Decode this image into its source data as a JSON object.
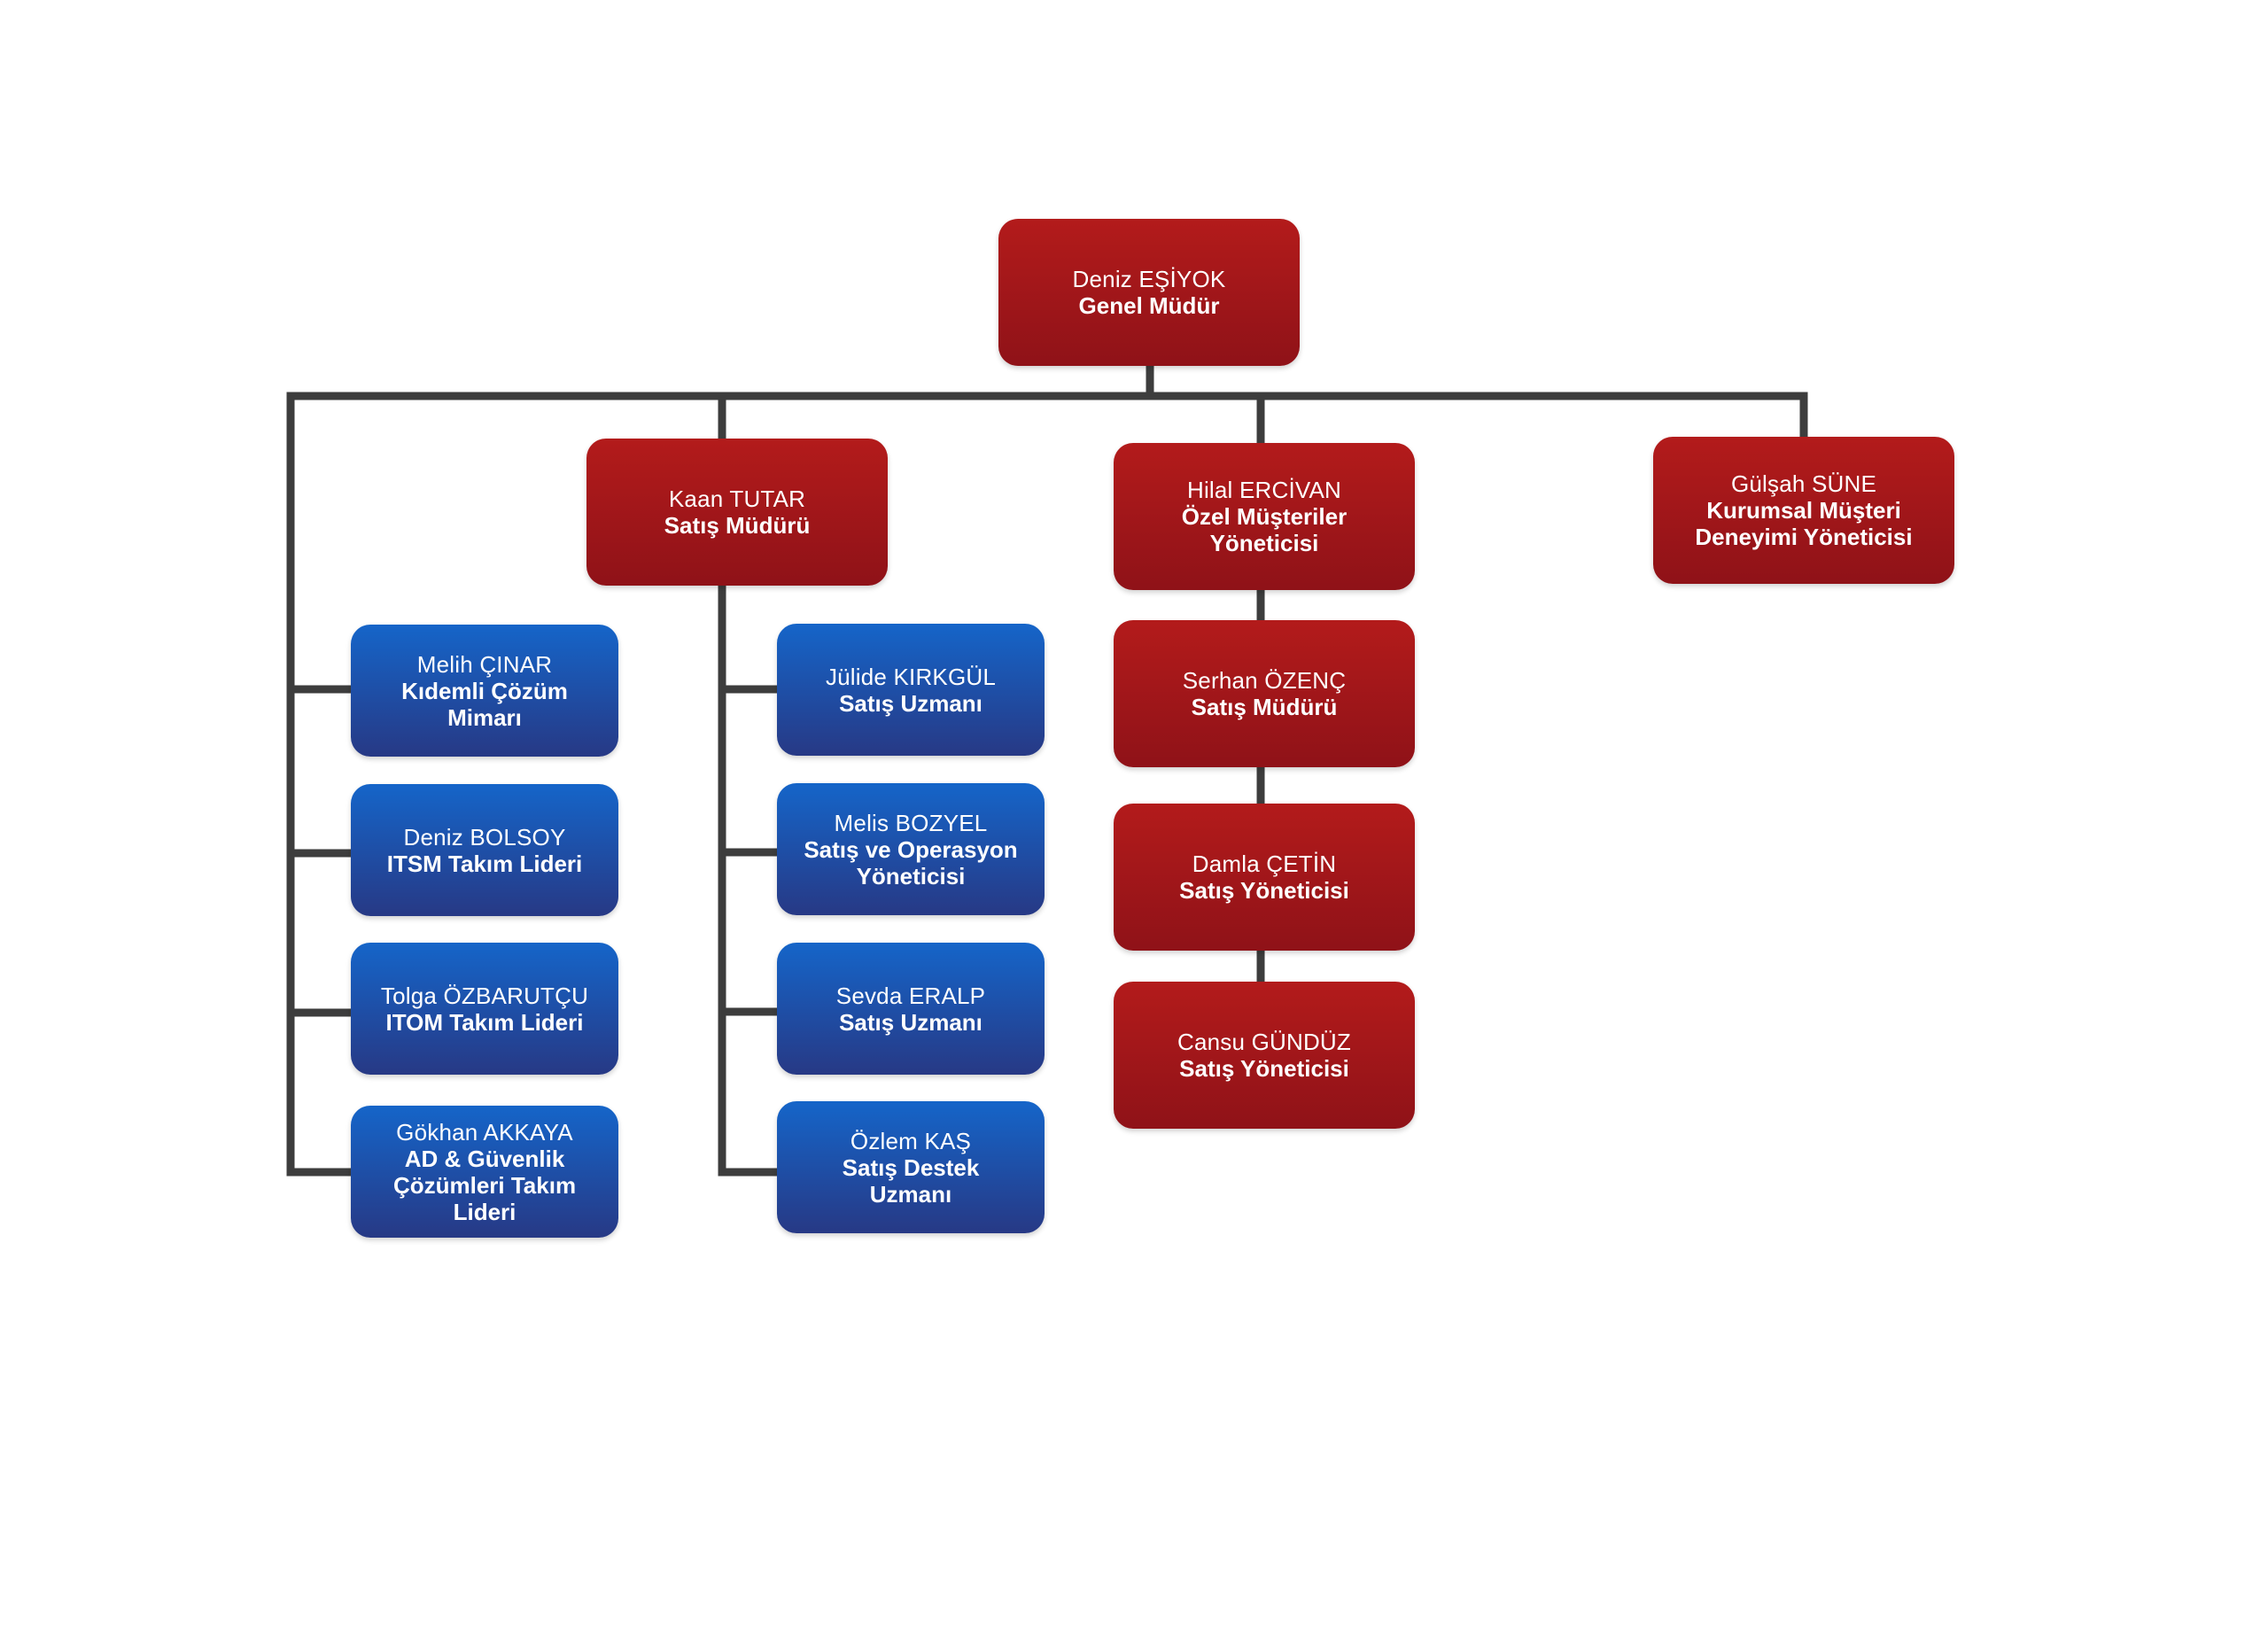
{
  "org": {
    "gm": {
      "name": "Deniz EŞİYOK",
      "title": "Genel Müdür"
    },
    "kaan": {
      "name": "Kaan TUTAR",
      "title": "Satış Müdürü"
    },
    "hilal": {
      "name": "Hilal ERCİVAN",
      "title": "Özel Müşteriler Yöneticisi"
    },
    "gulsah": {
      "name": "Gülşah SÜNE",
      "title": "Kurumsal Müşteri Deneyimi Yöneticisi"
    },
    "melih": {
      "name": "Melih ÇINAR",
      "title": "Kıdemli Çözüm Mimarı"
    },
    "bolsoy": {
      "name": "Deniz BOLSOY",
      "title": "ITSM Takım Lideri"
    },
    "tolga": {
      "name": "Tolga ÖZBARUTÇU",
      "title": "ITOM Takım Lideri"
    },
    "gokhan": {
      "name": "Gökhan AKKAYA",
      "title": "AD & Güvenlik Çözümleri Takım Lideri"
    },
    "julide": {
      "name": "Jülide KIRKGÜL",
      "title": "Satış Uzmanı"
    },
    "melis": {
      "name": "Melis BOZYEL",
      "title": "Satış ve Operasyon Yöneticisi"
    },
    "sevda": {
      "name": "Sevda ERALP",
      "title": "Satış Uzmanı"
    },
    "ozlem": {
      "name": "Özlem KAŞ",
      "title": "Satış Destek Uzmanı"
    },
    "serhan": {
      "name": "Serhan ÖZENÇ",
      "title": "Satış Müdürü"
    },
    "damla": {
      "name": "Damla ÇETİN",
      "title": "Satış Yöneticisi"
    },
    "cansu": {
      "name": "Cansu GÜNDÜZ",
      "title": "Satış Yöneticisi"
    }
  },
  "colors": {
    "manager_red": "#a3161c",
    "staff_blue": "#1a4fa8",
    "connector": "#3d3d3d"
  }
}
